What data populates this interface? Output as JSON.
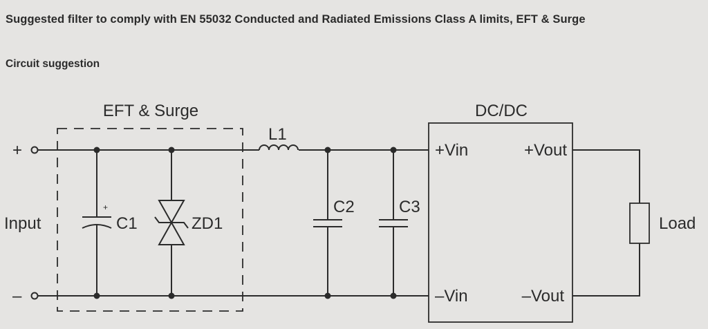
{
  "header": {
    "title": "Suggested filter to comply with EN 55032 Conducted and Radiated Emissions Class A limits, EFT & Surge",
    "subtitle": "Circuit suggestion"
  },
  "diagram": {
    "eft_block_label": "EFT & Surge",
    "dcdc_block_label": "DC/DC",
    "input_label": "Input",
    "plus_terminal": "+",
    "minus_terminal": "–",
    "inductor_label": "L1",
    "c1_label": "C1",
    "c1_polarity": "+",
    "zd1_label": "ZD1",
    "c2_label": "C2",
    "c3_label": "C3",
    "vin_plus": "+Vin",
    "vin_minus": "–Vin",
    "vout_plus": "+Vout",
    "vout_minus": "–Vout",
    "load_label": "Load"
  },
  "colors": {
    "background": "#e5e4e2",
    "line": "#2b2b2b"
  }
}
